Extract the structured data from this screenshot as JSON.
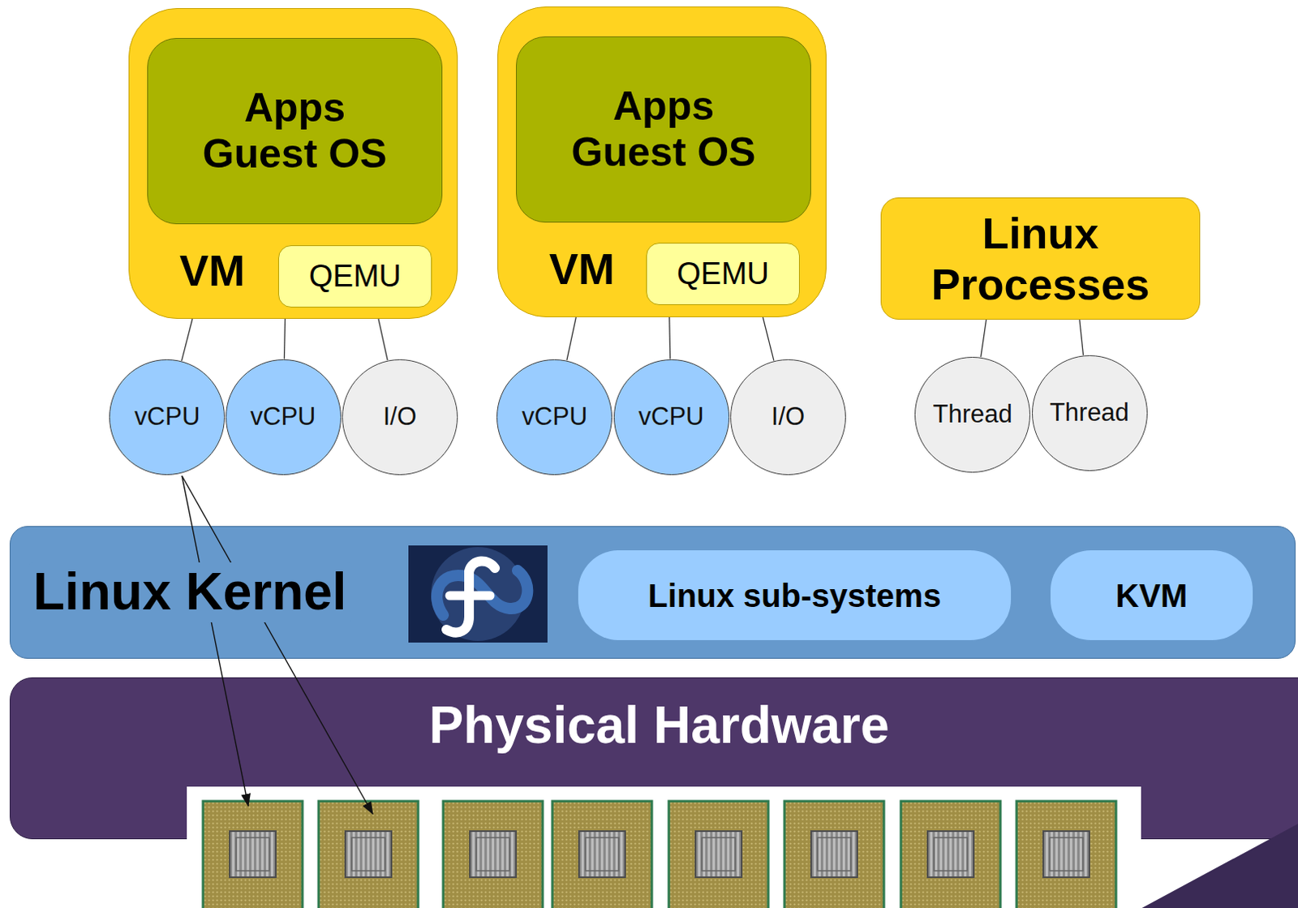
{
  "diagram": {
    "nodes": [
      {
        "text": [
          "VM"
        ]
      },
      {
        "text": [
          "Apps Guest OS"
        ],
        "in": 0
      },
      {
        "text": [
          "QEMU"
        ],
        "in": 0
      },
      {
        "text": [
          "VM"
        ]
      },
      {
        "text": [
          "Apps Guest OS"
        ],
        "in": 3
      },
      {
        "text": [
          "QEMU"
        ],
        "in": 3
      },
      {
        "text": [
          "Linux Processes"
        ]
      },
      {
        "text": [
          "vCPU"
        ]
      },
      {
        "text": [
          "vCPU"
        ]
      },
      {
        "text": [
          "I/O"
        ]
      },
      {
        "text": [
          "vCPU"
        ]
      },
      {
        "text": [
          "vCPU"
        ]
      },
      {
        "text": [
          "I/O"
        ]
      },
      {
        "text": [
          "Thread"
        ]
      },
      {
        "text": [
          "Thread"
        ]
      },
      {
        "text": [
          "Linux Kernel"
        ]
      },
      {
        "text": [
          "Linux sub-systems"
        ],
        "in": 15
      },
      {
        "text": [
          "KVM"
        ],
        "in": 15
      },
      {
        "text": [
          "Physical Hardware"
        ]
      }
    ],
    "edges": [
      {
        "from": 0,
        "to": 7,
        "arrow": "none"
      },
      {
        "from": 0,
        "to": 8,
        "arrow": "none"
      },
      {
        "from": 0,
        "to": 9,
        "arrow": "none"
      },
      {
        "from": 3,
        "to": 10,
        "arrow": "none"
      },
      {
        "from": 3,
        "to": 11,
        "arrow": "none"
      },
      {
        "from": 3,
        "to": 12,
        "arrow": "none"
      },
      {
        "from": 6,
        "to": 13,
        "arrow": "none"
      },
      {
        "from": 6,
        "to": 14,
        "arrow": "none"
      }
    ]
  }
}
